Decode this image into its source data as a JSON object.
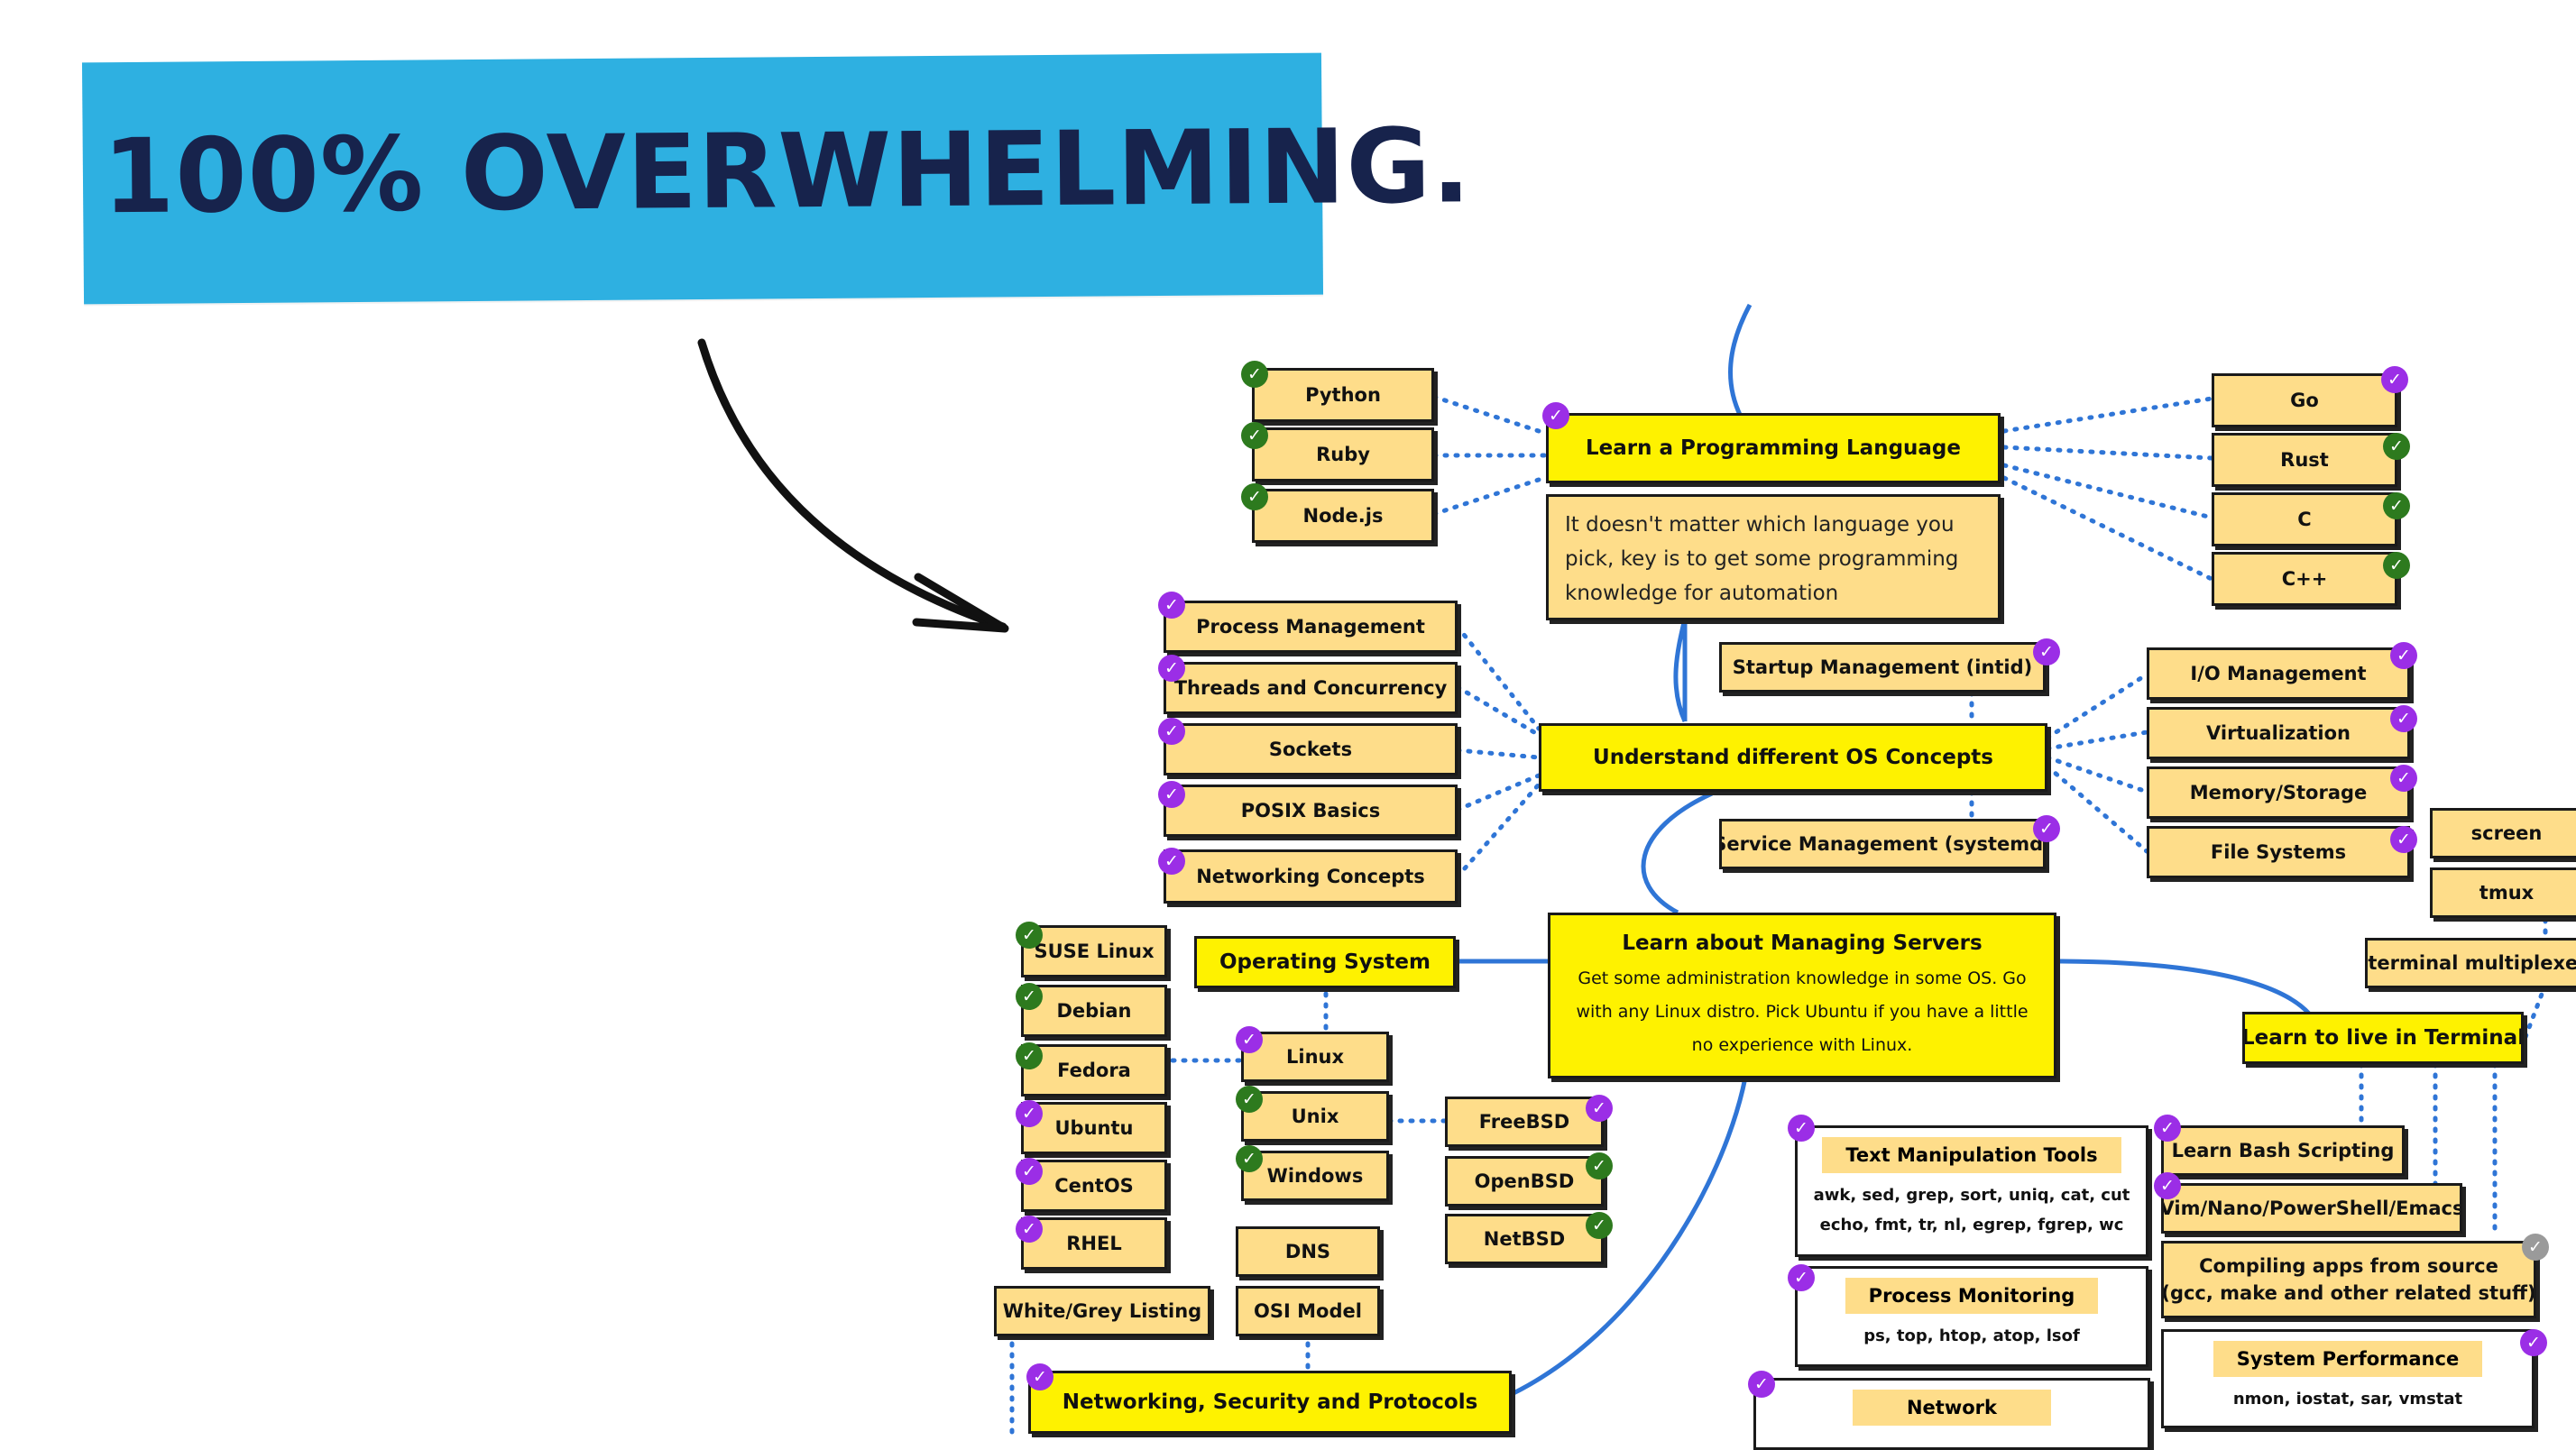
{
  "title": "100% OVERWHELMING.",
  "colors": {
    "banner": "#2eb0e1",
    "title_text": "#17234c",
    "node_fill": "#fedd8a",
    "main_fill": "#fef200",
    "link_blue": "#2f75d6",
    "done_green": "#2d7a1e",
    "todo_purple": "#9b2ee6",
    "pending_grey": "#9a9a9a"
  },
  "icons": {
    "arrow": "curved-arrow-icon",
    "check": "checkmark-icon"
  },
  "programming": {
    "main": "Learn a Programming Language",
    "description": "It doesn't matter which language you pick, key is to get some programming knowledge for automation",
    "left": [
      "Python",
      "Ruby",
      "Node.js"
    ],
    "right": [
      "Go",
      "Rust",
      "C",
      "C++"
    ]
  },
  "os_concepts": {
    "main": "Understand different OS Concepts",
    "left": [
      "Process Management",
      "Threads and Concurrency",
      "Sockets",
      "POSIX Basics",
      "Networking Concepts"
    ],
    "top": "Startup Management (intid)",
    "bottom": "Service Management (systemd)",
    "right": [
      "I/O Management",
      "Virtualization",
      "Memory/Storage",
      "File Systems"
    ]
  },
  "servers": {
    "title": "Learn about Managing Servers",
    "lines": [
      "Get some administration knowledge in some OS. Go",
      "with any Linux distro. Pick Ubuntu if you have a little",
      "no experience with Linux."
    ]
  },
  "operating_system": {
    "label": "Operating System",
    "distros": [
      "SUSE Linux",
      "Debian",
      "Fedora",
      "Ubuntu",
      "CentOS",
      "RHEL"
    ],
    "families": [
      "Linux",
      "Unix",
      "Windows"
    ],
    "bsd": [
      "FreeBSD",
      "OpenBSD",
      "NetBSD"
    ]
  },
  "networking": {
    "dns": "DNS",
    "osi": "OSI Model",
    "white_grey": "White/Grey Listing",
    "main": "Networking, Security and Protocols"
  },
  "terminal": {
    "main": "Learn to live in Terminal",
    "multiplexers": [
      "screen",
      "tmux"
    ],
    "multiplexer_label": "terminal multiplexer",
    "bash": "Learn Bash Scripting",
    "editors": "Vim/Nano/PowerShell/Emacs",
    "compiling": [
      "Compiling apps from source",
      "(gcc, make and other related stuff)"
    ],
    "system_performance": {
      "title": "System Performance",
      "tools": "nmon, iostat, sar, vmstat"
    }
  },
  "tools": {
    "text_manipulation": {
      "title": "Text Manipulation Tools",
      "lines": [
        "awk, sed, grep, sort, uniq, cat, cut",
        "echo, fmt, tr, nl, egrep, fgrep, wc"
      ]
    },
    "process_monitoring": {
      "title": "Process Monitoring",
      "lines": [
        "ps, top, htop, atop, lsof"
      ]
    },
    "network": {
      "title": "Network"
    }
  }
}
